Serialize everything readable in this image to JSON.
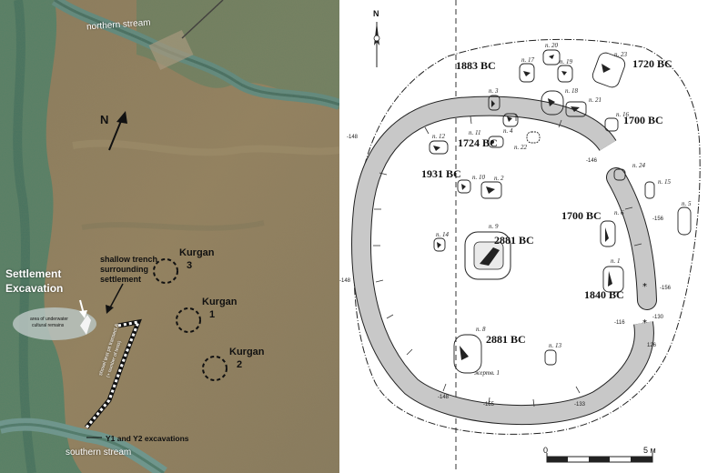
{
  "left_map": {
    "labels": {
      "northern_stream": "northern stream",
      "southern_stream": "southern stream",
      "north": "N",
      "settlement_excavation_line1": "Settlement",
      "settlement_excavation_line2": "Excavation",
      "underwater_remains_line1": "area of underwater",
      "underwater_remains_line2": "cultural remains",
      "trench_line1": "shallow trench",
      "trench_line2": "surrounding",
      "trench_line3": "settlement",
      "kurgan3_a": "Kurgan",
      "kurgan3_b": "3",
      "kurgan1_a": "Kurgan",
      "kurgan1_b": "1",
      "kurgan2_a": "Kurgan",
      "kurgan2_b": "2",
      "trench_diag_line1": "shovel test pit transect A",
      "trench_diag_line2": "(+ number of tests)",
      "y_excavations": "Y1 and Y2 excavations"
    },
    "colors": {
      "steppe": "#8f7e5e",
      "wetland": "#4f7f67",
      "water": "#6a8f88"
    }
  },
  "plan": {
    "north": "N",
    "dates": {
      "d1883": "1883 BC",
      "d1720": "1720 BC",
      "d1700a": "1700 BC",
      "d1724": "1724 BC",
      "d1931": "1931 BC",
      "d2881a": "2881 BC",
      "d1700b": "1700 BC",
      "d1840": "1840 BC",
      "d2881b": "2881 BC"
    },
    "pits": {
      "p20": "п. 20",
      "p17": "п. 17",
      "p19": "п. 19",
      "p23": "п. 23",
      "p18": "п. 18",
      "p3": "п. 3",
      "p21": "п. 21",
      "p16": "п. 16",
      "p11": "п. 11",
      "p4": "п. 4",
      "p12": "п. 12",
      "p22": "п. 22",
      "p24": "п. 24",
      "p10": "п. 10",
      "p2": "п. 2",
      "p15": "п. 15",
      "p5": "п. 5",
      "p6": "п. 6",
      "p9": "п. 9",
      "p14": "п. 14",
      "p1": "п. 1",
      "p8": "п. 8",
      "p13": "п. 13",
      "zhert": "жертв. 1"
    },
    "elevations": {
      "e148a": "-148",
      "e146": "-146",
      "e148b": "-148",
      "e156a": "-156",
      "e156b": "-156",
      "e116": "-116",
      "e130": "-130",
      "e126": "126",
      "e148c": "-148",
      "e155": "-155",
      "e133": "-133"
    },
    "scale": {
      "zero": "0",
      "five": "5 м"
    },
    "colors": {
      "ditch": "#c8c8c8"
    }
  }
}
